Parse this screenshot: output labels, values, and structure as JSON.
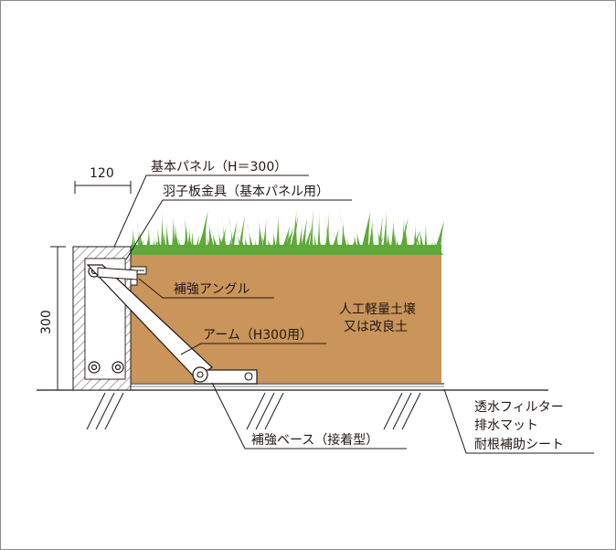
{
  "labels": {
    "dim_width": "120",
    "dim_height": "300",
    "panel": "基本パネル（H＝300）",
    "bracket": "羽子板金具（基本パネル用）",
    "angle": "補強アングル",
    "soil_line1": "人工軽量土壌",
    "soil_line2": "又は改良土",
    "arm": "アーム（H300用）",
    "base": "補強ベース（接着型）",
    "filter_line1": "透水フィルター",
    "filter_line2": "排水マット",
    "filter_line3": "耐根補助シート"
  },
  "colors": {
    "soil": "#c9955a",
    "panel_fill": "#ffffff",
    "panel_hatch": "#8c8c8c",
    "grass": "#5fa93a",
    "line": "#231815"
  }
}
